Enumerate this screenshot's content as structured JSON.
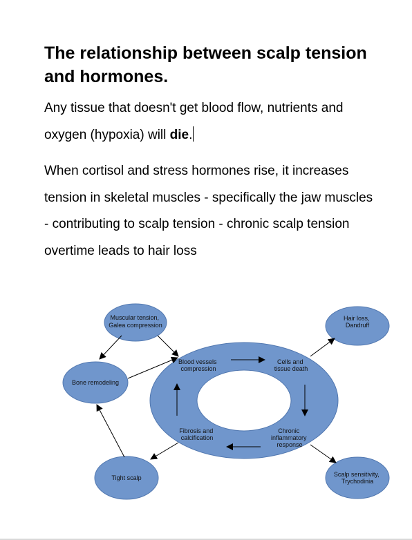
{
  "title": "The relationship between scalp tension and hormones.",
  "paragraph1": {
    "text": "Any tissue that doesn't get blood flow, nutrients and oxygen (hypoxia) will ",
    "bold": "die",
    "end": "."
  },
  "paragraph2": "When cortisol and stress hormones rise, it increases tension in skeletal muscles - specifically the jaw muscles - contributing to scalp tension - chronic scalp tension overtime leads to hair loss",
  "diagram": {
    "fill_color": "#7096cc",
    "stroke_color": "#5278b0",
    "nodes": {
      "muscular_tension": [
        "Muscular tension,",
        "Galea compression"
      ],
      "bone_remodeling": [
        "Bone remodeling"
      ],
      "tight_scalp": [
        "Tight scalp"
      ],
      "hair_loss": [
        "Hair loss,",
        "Dandruff"
      ],
      "scalp_sensitivity": [
        "Scalp sensitivity,",
        "Trychodinia"
      ]
    },
    "cycle": {
      "blood_vessels": [
        "Blood vessels",
        "compression"
      ],
      "cells_death": [
        "Cells and",
        "tissue death"
      ],
      "chronic_inflammatory": [
        "Chronic",
        "inflammatory",
        "response"
      ],
      "fibrosis": [
        "Fibrosis and",
        "calcification"
      ]
    }
  }
}
